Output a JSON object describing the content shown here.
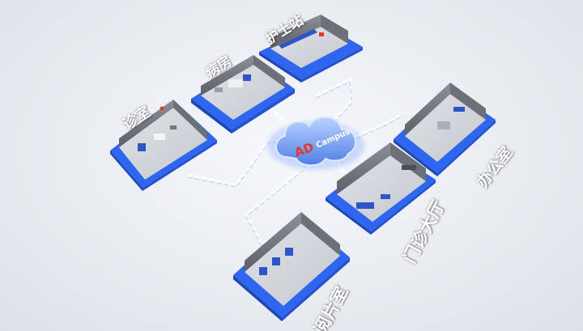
{
  "hub": {
    "logo_text": "AD",
    "brand_text": "Campus"
  },
  "rooms": {
    "nurse_station": "护士站",
    "ward": "病房",
    "clinic": "诊室",
    "office": "办公室",
    "outpatient_hall": "门诊大厅",
    "film_reading_room": "阅片室"
  },
  "colors": {
    "platform_blue": "#2f66f0",
    "cloud_blue": "#5a8bf0",
    "logo_red": "#e8352e",
    "link_line": "#ffffff"
  }
}
